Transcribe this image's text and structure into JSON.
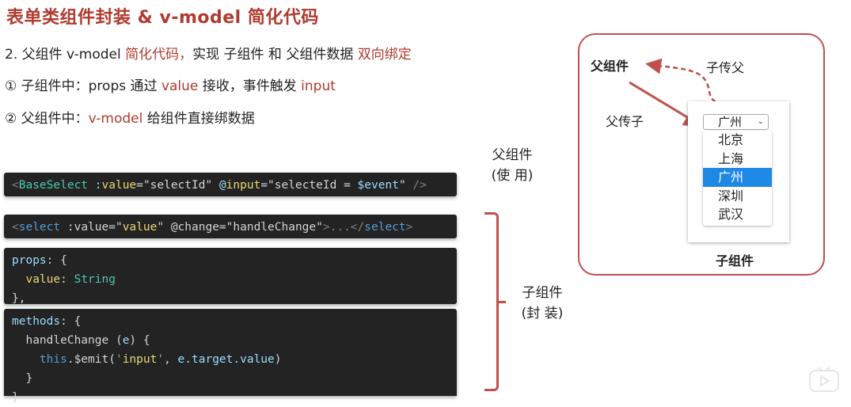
{
  "slide": {
    "title": "表单类组件封装 & v-model 简化代码",
    "points": [
      {
        "parts": [
          {
            "text": "2. 父组件 v-model ",
            "highlight": false
          },
          {
            "text": "简化代码，",
            "highlight": true
          },
          {
            "text": "实现 子组件 和 父组件数据 ",
            "highlight": false
          },
          {
            "text": "双向绑定",
            "highlight": true
          }
        ]
      },
      {
        "parts": [
          {
            "text": "① 子组件中：props 通过 ",
            "highlight": false
          },
          {
            "text": "value",
            "highlight": true
          },
          {
            "text": " 接收，事件触发 ",
            "highlight": false
          },
          {
            "text": "input",
            "highlight": true
          }
        ]
      },
      {
        "parts": [
          {
            "text": "② 父组件中：",
            "highlight": false
          },
          {
            "text": "v-model",
            "highlight": true
          },
          {
            "text": " 给组件直接绑数据",
            "highlight": false
          }
        ]
      }
    ]
  },
  "code": {
    "parent_usage": "<BaseSelect :value=\"selectId\" @input=\"selecteId = $event\" />",
    "child_template": "<select :value=\"value\" @change=\"handleChange\">...</select>",
    "child_props": [
      "props: {",
      "  value: String",
      "},"
    ],
    "child_methods": [
      "methods: {",
      "  handleChange (e) {",
      "    this.$emit('input', e.target.value)",
      "  }",
      "}"
    ]
  },
  "labels": {
    "parent_title": "父组件",
    "parent_sub": "(使  用)",
    "child_title": "子组件",
    "child_sub": "(封  装)"
  },
  "diagram": {
    "parent_label": "父组件",
    "child_to_parent": "子传父",
    "parent_to_child": "父传子",
    "child_label": "子组件",
    "select_value": "广州",
    "options": [
      "北京",
      "上海",
      "广州",
      "深圳",
      "武汉"
    ],
    "selected_index": 2
  },
  "colors": {
    "accent": "#b03a2e",
    "code_bg": "#232323",
    "selected_option": "#1e88e5"
  },
  "icons": {
    "corner": "play-tv-icon"
  }
}
